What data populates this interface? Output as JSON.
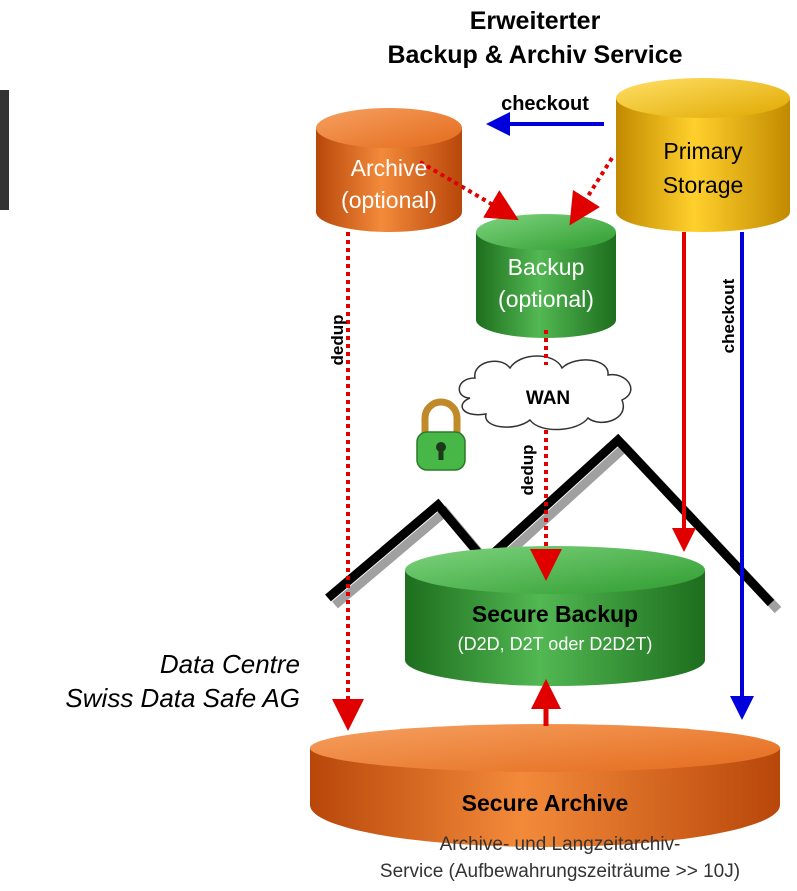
{
  "title": {
    "line1": "Erweiterter",
    "line2": "Backup & Archiv Service"
  },
  "nodes": {
    "archive": {
      "line1": "Archive",
      "line2": "(optional)"
    },
    "primary": {
      "line1": "Primary",
      "line2": "Storage"
    },
    "backup": {
      "line1": "Backup",
      "line2": "(optional)"
    },
    "wan": "WAN",
    "secure_backup": {
      "line1": "Secure Backup",
      "line2": "(D2D, D2T oder D2D2T)"
    },
    "secure_archive": "Secure Archive"
  },
  "edges": {
    "checkout_top": "checkout",
    "checkout_right": "checkout",
    "dedup_left": "dedup",
    "dedup_mid": "dedup"
  },
  "data_centre": {
    "line1": "Data Centre",
    "line2": "Swiss Data Safe AG"
  },
  "footer": {
    "line1": "Archive- und Langzeitarchiv-",
    "line2": "Service (Aufbewahrungszeiträume >> 10J)"
  },
  "colors": {
    "orange": "#e8701e",
    "yellow": "#e8b400",
    "green": "#2f9c2f",
    "red": "#e00000",
    "blue": "#0000dd"
  }
}
